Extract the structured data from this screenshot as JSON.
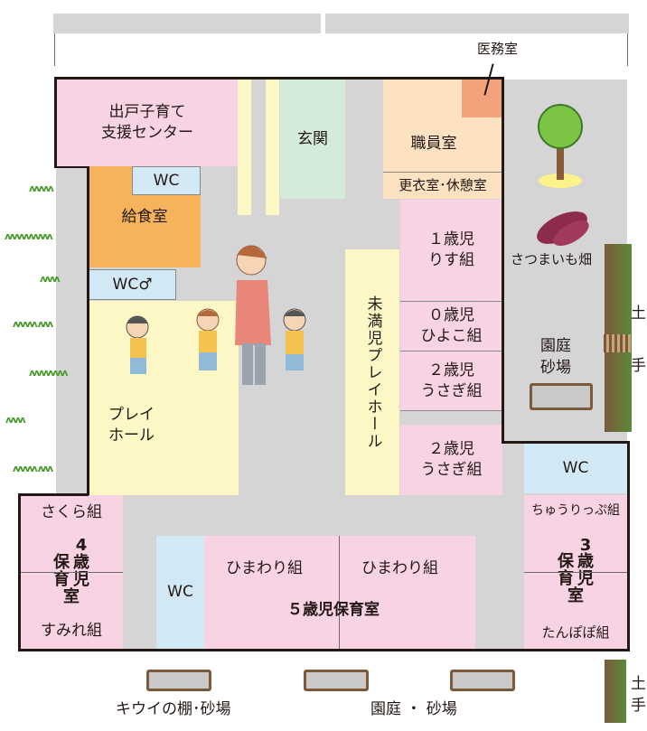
{
  "rooms": {
    "medical": "医務室",
    "support_center_1": "出戸子育て",
    "support_center_2": "支援センター",
    "entrance": "玄関",
    "staff_room": "職員室",
    "locker_room": "更衣室･休憩室",
    "wc_top": "WC",
    "kitchen": "給食室",
    "wc_male": "WC♂",
    "age1_1": "１歳児",
    "age1_2": "りす組",
    "age0_1": "０歳児",
    "age0_2": "ひよこ組",
    "age2a_1": "２歳児",
    "age2a_2": "うさぎ組",
    "age2b_1": "２歳児",
    "age2b_2": "うさぎ組",
    "unfinished_hall": "未満児プレイホール",
    "play_hall_1": "プレイ",
    "play_hall_2": "ホール",
    "wc_right": "WC",
    "sakura": "さくら組",
    "age4_a": "4",
    "age4_b": "歳",
    "age4_c": "保",
    "age4_d": "育",
    "age4_e": "児",
    "age4_f": "室",
    "sumire": "すみれ組",
    "wc_bottom": "WC",
    "himawari_1": "ひまわり組",
    "himawari_2": "ひまわり組",
    "age5": "５歳児保育室",
    "chulip": "ちゅうりっぷ組",
    "age3_a": "3",
    "age3_b": "歳",
    "age3_c": "保",
    "age3_d": "育",
    "age3_e": "児",
    "age3_f": "室",
    "tanpopo": "たんぽぽ組"
  },
  "outdoor": {
    "sweet_potato": "さつまいも畑",
    "garden_1": "園庭",
    "garden_2": "砂場",
    "embankment_1": "土",
    "embankment_2": "手",
    "embankment_3": "土",
    "embankment_4": "手",
    "kiwi": "キウイの棚･砂場",
    "garden_bottom": "園庭 ・ 砂場"
  }
}
